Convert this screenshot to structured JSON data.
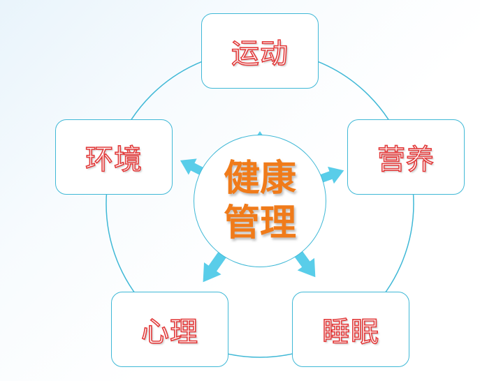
{
  "diagram": {
    "center": {
      "line1": "健康",
      "line2": "管理"
    },
    "nodes": [
      {
        "id": "exercise",
        "label": "运动"
      },
      {
        "id": "nutrition",
        "label": "营养"
      },
      {
        "id": "sleep",
        "label": "睡眠"
      },
      {
        "id": "psychology",
        "label": "心理"
      },
      {
        "id": "environment",
        "label": "环境"
      }
    ]
  },
  "colors": {
    "outline": "#3fb8d6",
    "arrow": "#59cde9",
    "node_text": "#e23b3b",
    "center_text": "#f07b1a"
  }
}
